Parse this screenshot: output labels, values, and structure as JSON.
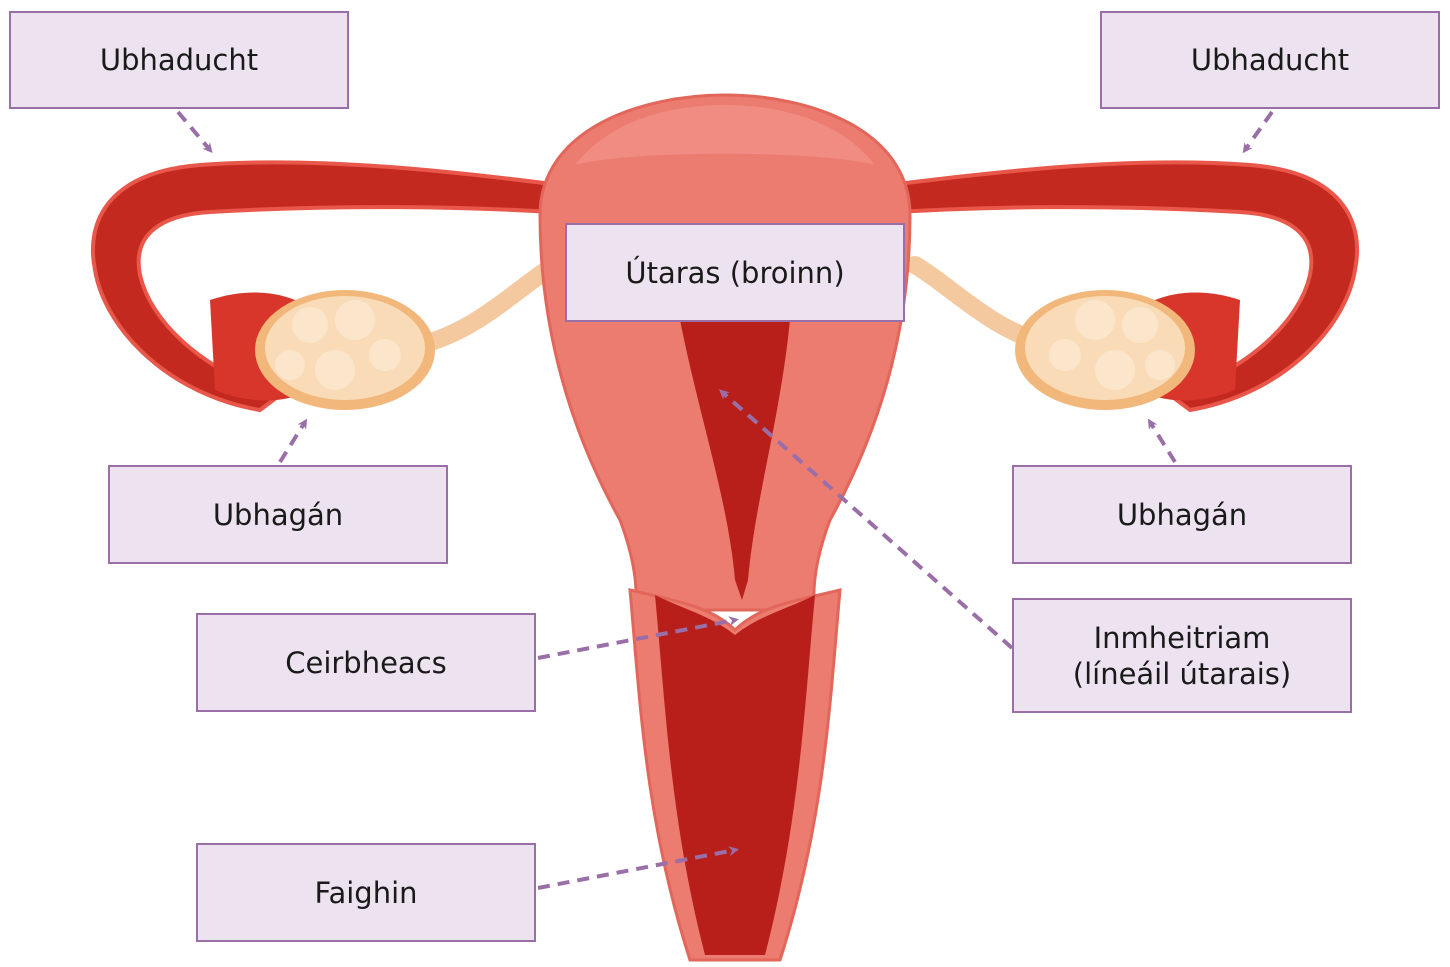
{
  "labels": {
    "fallopian_left": "Ubhaducht",
    "fallopian_right": "Ubhaducht",
    "uterus": "Útaras (broinn)",
    "ovary_left": "Ubhagán",
    "ovary_right": "Ubhagán",
    "cervix": "Ceirbheacs",
    "endometrium_line1": "Inmheitriam",
    "endometrium_line2": "(líneáil útarais)",
    "vagina": "Faighin"
  },
  "colors": {
    "label_fill": "#ede3f0",
    "label_border": "#9a6fa8",
    "arrow": "#9a6fa8",
    "uterus_outer": "#ec7b70",
    "uterus_inner": "#b81f1a",
    "tube": "#c4291f",
    "ovary": "#f7d9b2"
  }
}
